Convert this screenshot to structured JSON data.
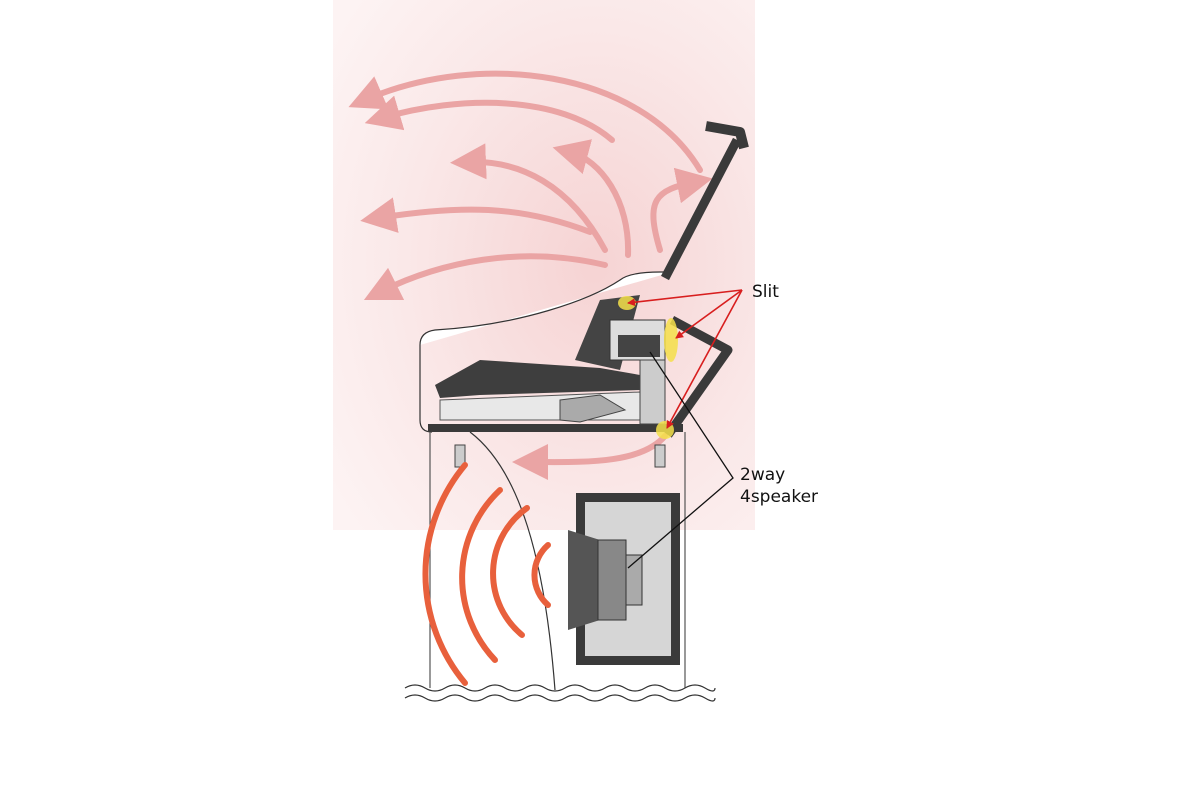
{
  "labels": {
    "slit": "Slit",
    "speaker_line1": "2way",
    "speaker_line2": "4speaker"
  },
  "colors": {
    "airflow": "#e9a8a8",
    "sound_waves": "#e8603c",
    "slit_highlight": "#f5e04a",
    "pointer_red": "#d81e1e",
    "body_dark": "#3a3a3a"
  }
}
